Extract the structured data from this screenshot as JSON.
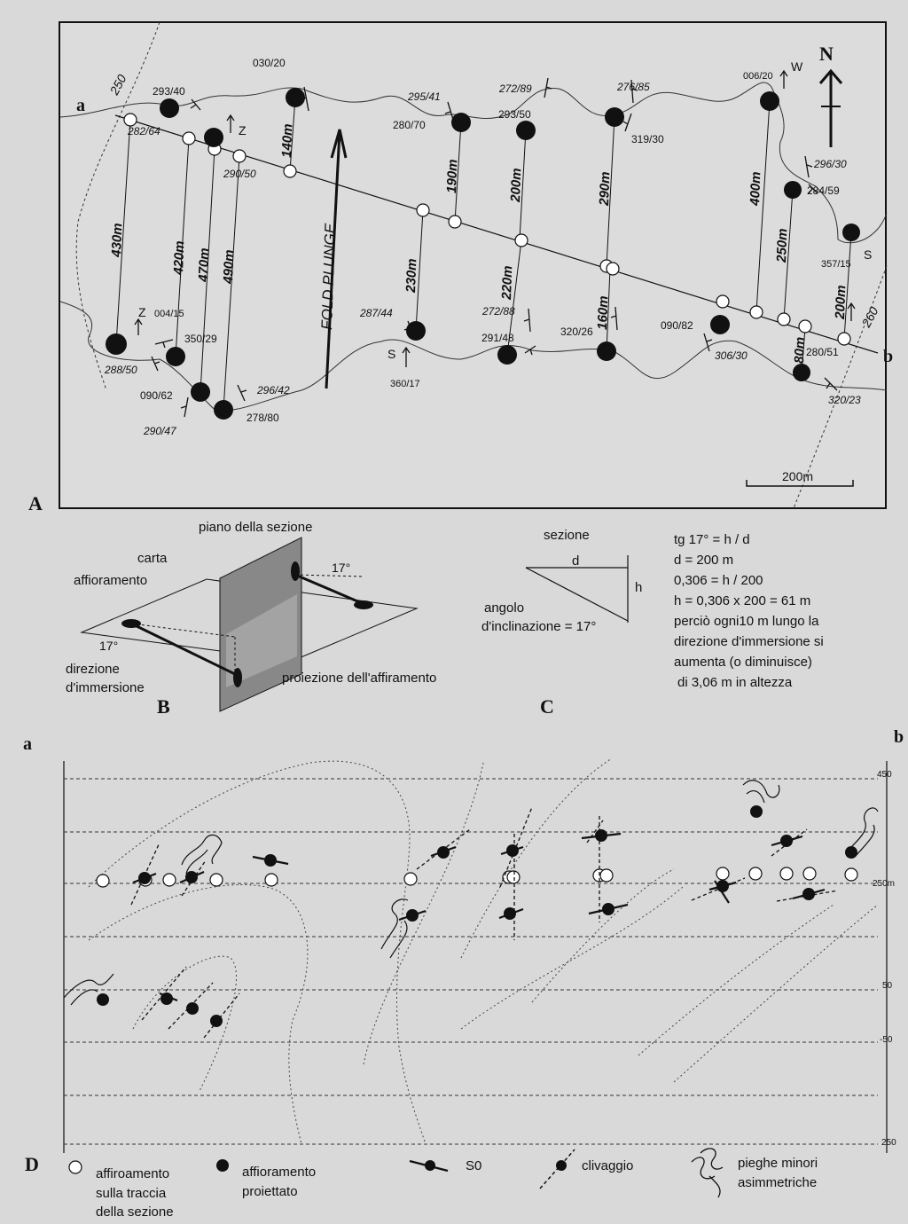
{
  "panel_labels": {
    "A": "A",
    "B": "B",
    "C": "C",
    "D": "D"
  },
  "map": {
    "north": "N",
    "trace_a": "a",
    "trace_b": "b",
    "fold_plunge": "FOLD PLUNGE",
    "scale": "200m",
    "contours": [
      "250",
      "260"
    ],
    "distances": [
      "430m",
      "420m",
      "470m",
      "490m",
      "140m",
      "230m",
      "190m",
      "220m",
      "200m",
      "290m",
      "160m",
      "400m",
      "250m",
      "200m",
      "80m"
    ],
    "attitudes": [
      "293/40",
      "282/64",
      "030/20",
      "290/50",
      "295/41",
      "280/70",
      "272/89",
      "293/50",
      "276/85",
      "319/30",
      "006/20",
      "296/30",
      "284/59",
      "357/15",
      "004/15",
      "350/29",
      "288/50",
      "090/62",
      "290/47",
      "296/42",
      "278/80",
      "287/44",
      "360/17",
      "272/88",
      "291/48",
      "320/26",
      "090/82",
      "306/30",
      "280/51",
      "320/23"
    ],
    "facing": {
      "z1": "Z",
      "z2": "Z",
      "s1": "S",
      "s2": "S",
      "w": "W"
    }
  },
  "panel_b": {
    "piano": "piano della sezione",
    "carta": "carta",
    "affioramento": "affioramento",
    "direzione": "direzione",
    "immersione": "d'immersione",
    "proiezione": "proiezione dell'affiramento",
    "angle1": "17°",
    "angle2": "17°"
  },
  "panel_c": {
    "sezione": "sezione",
    "d": "d",
    "h": "h",
    "angolo": "angolo",
    "inclinazione": "d'inclinazione = 17°",
    "lines": [
      "tg 17° = h / d",
      "d = 200 m",
      "0,306 = h / 200",
      "h = 0,306 x 200 = 61 m",
      "perciò ogni10 m lungo la",
      "direzione d'immersione si",
      "aumenta (o diminuisce)",
      "di 3,06 m in altezza"
    ]
  },
  "section": {
    "a": "a",
    "b": "b",
    "elevations": [
      "450",
      "250m",
      "50",
      "-50",
      "250"
    ]
  },
  "legend": {
    "open_line1": "affiroamento",
    "open_line2": "sulla traccia",
    "open_line3": "della sezione",
    "proj_line1": "affioramento",
    "proj_line2": "proiettato",
    "s0": "S0",
    "cleav": "clivaggio",
    "folds_line1": "pieghe minori",
    "folds_line2": "asimmetriche"
  }
}
